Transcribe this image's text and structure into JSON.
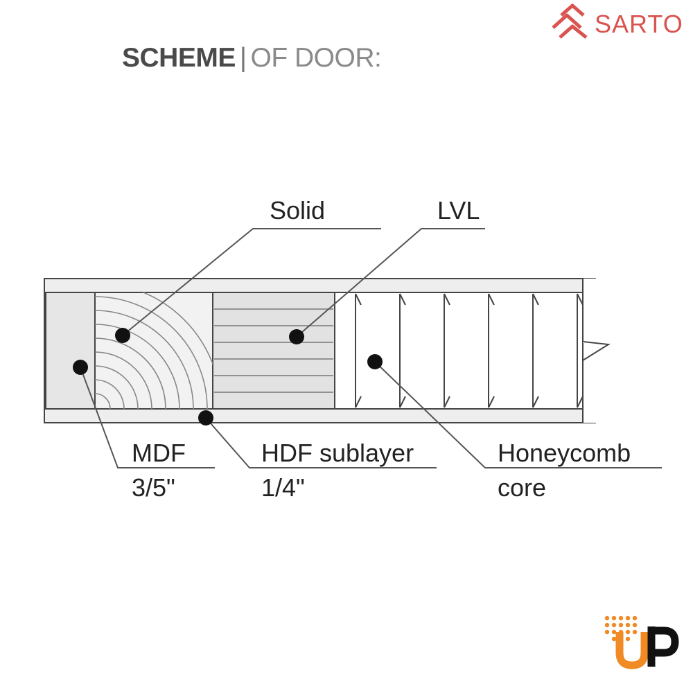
{
  "header": {
    "title_bold": "SCHEME",
    "title_separator": "|",
    "title_of": "OF",
    "title_door": "DOOR:"
  },
  "brand": {
    "name": "SARTO",
    "logo_icon": "sarto-logo-icon",
    "color": "#d9534f"
  },
  "corner_logo": {
    "text": "UP",
    "icon": "up-logo-icon",
    "colors": {
      "dots": "#f08a24",
      "letters": "#111111"
    }
  },
  "diagram": {
    "labels": {
      "solid": "Solid",
      "lvl": "LVL",
      "mdf": "MDF",
      "mdf_thickness": "3/5\"",
      "hdf": "HDF sublayer",
      "hdf_thickness": "1/4\"",
      "honeycomb": "Honeycomb",
      "honeycomb_line2": "core"
    }
  }
}
